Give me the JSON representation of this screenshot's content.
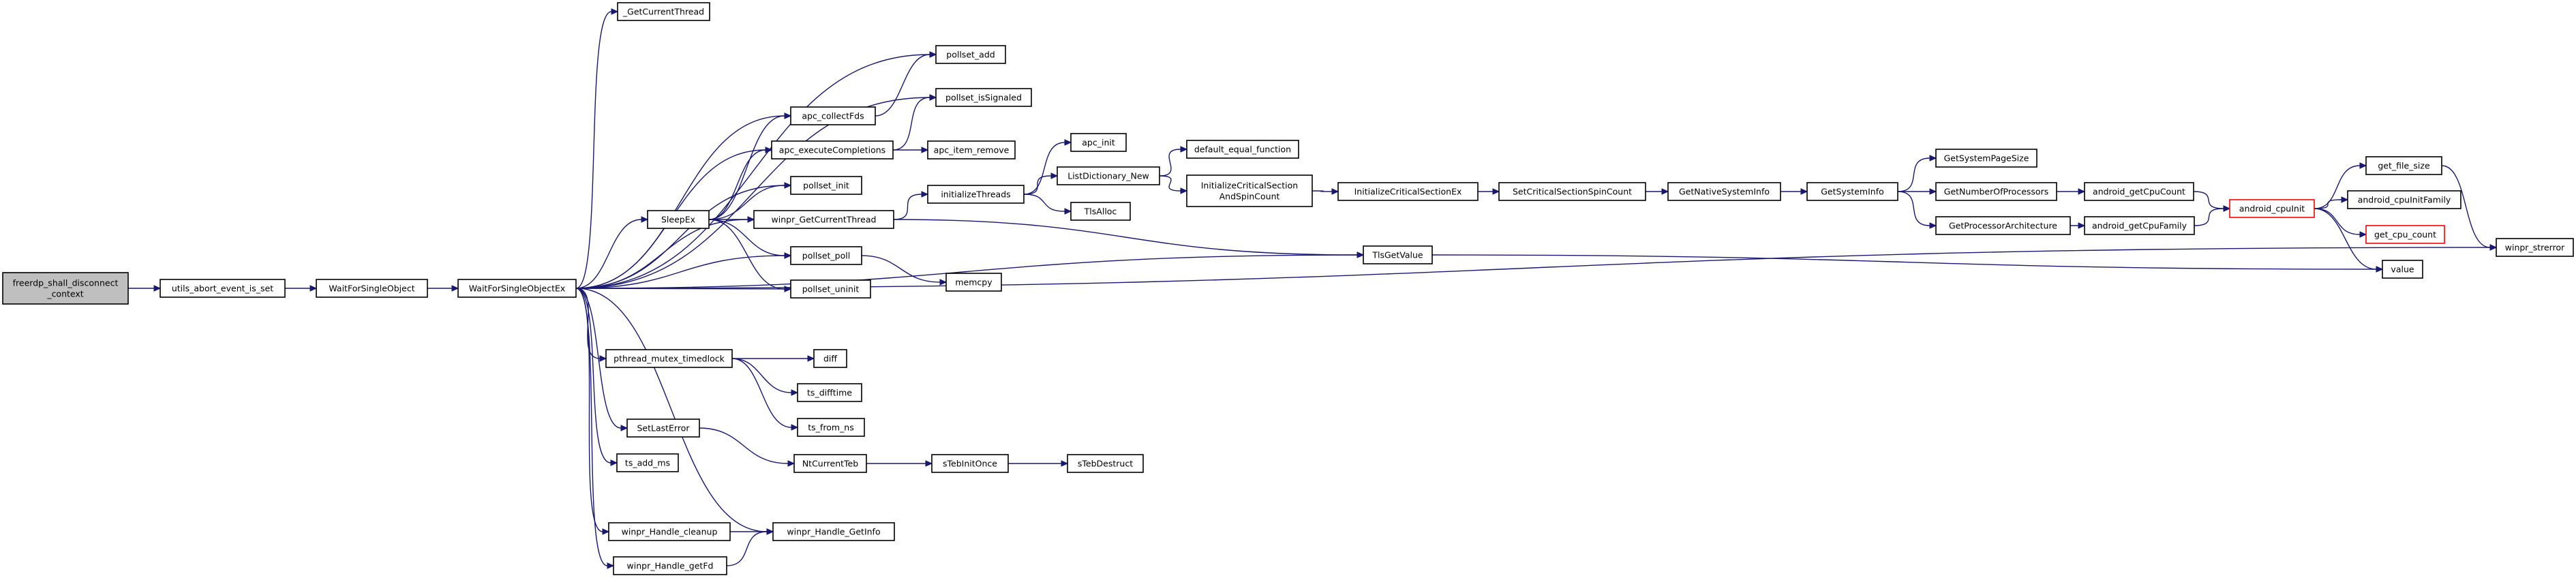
{
  "diagram": {
    "colors": {
      "edge": "#191970",
      "node_border": "#000000",
      "node_fill": "#ffffff",
      "root_fill": "#bfbfbf",
      "truncated_border": "#ff0000"
    },
    "nodes": [
      {
        "id": "root",
        "lines": [
          "freerdp_shall_disconnect",
          "_context"
        ],
        "style": "root"
      },
      {
        "id": "utils_abort",
        "lines": [
          "utils_abort_event_is_set"
        ]
      },
      {
        "id": "wfso",
        "lines": [
          "WaitForSingleObject"
        ]
      },
      {
        "id": "wfsoex",
        "lines": [
          "WaitForSingleObjectEx"
        ]
      },
      {
        "id": "getcurrentthread",
        "lines": [
          "_GetCurrentThread"
        ]
      },
      {
        "id": "pollset_add",
        "lines": [
          "pollset_add"
        ]
      },
      {
        "id": "pollset_issignaled",
        "lines": [
          "pollset_isSignaled"
        ]
      },
      {
        "id": "apc_collectfds",
        "lines": [
          "apc_collectFds"
        ]
      },
      {
        "id": "apc_exec",
        "lines": [
          "apc_executeCompletions"
        ]
      },
      {
        "id": "apc_item_remove",
        "lines": [
          "apc_item_remove"
        ]
      },
      {
        "id": "pollset_init",
        "lines": [
          "pollset_init"
        ]
      },
      {
        "id": "sleepex",
        "lines": [
          "SleepEx"
        ]
      },
      {
        "id": "winpr_getcurrentthread",
        "lines": [
          "winpr_GetCurrentThread"
        ]
      },
      {
        "id": "pollset_poll",
        "lines": [
          "pollset_poll"
        ]
      },
      {
        "id": "pollset_uninit",
        "lines": [
          "pollset_uninit"
        ]
      },
      {
        "id": "memcpy",
        "lines": [
          "memcpy"
        ]
      },
      {
        "id": "initthreads",
        "lines": [
          "initializeThreads"
        ]
      },
      {
        "id": "apc_init",
        "lines": [
          "apc_init"
        ]
      },
      {
        "id": "listdict",
        "lines": [
          "ListDictionary_New"
        ]
      },
      {
        "id": "tlsalloc",
        "lines": [
          "TlsAlloc"
        ]
      },
      {
        "id": "default_equal",
        "lines": [
          "default_equal_function"
        ]
      },
      {
        "id": "initcritsec",
        "lines": [
          "InitializeCriticalSection",
          "AndSpinCount"
        ]
      },
      {
        "id": "initcritsecex",
        "lines": [
          "InitializeCriticalSectionEx"
        ]
      },
      {
        "id": "setcritsec",
        "lines": [
          "SetCriticalSectionSpinCount"
        ]
      },
      {
        "id": "getnativesysinfo",
        "lines": [
          "GetNativeSystemInfo"
        ]
      },
      {
        "id": "getsysinfo",
        "lines": [
          "GetSystemInfo"
        ]
      },
      {
        "id": "getpagesize",
        "lines": [
          "GetSystemPageSize"
        ]
      },
      {
        "id": "getnumproc",
        "lines": [
          "GetNumberOfProcessors"
        ]
      },
      {
        "id": "getprocarch",
        "lines": [
          "GetProcessorArchitecture"
        ]
      },
      {
        "id": "android_cpucount",
        "lines": [
          "android_getCpuCount"
        ]
      },
      {
        "id": "android_cpufamily",
        "lines": [
          "android_getCpuFamily"
        ]
      },
      {
        "id": "android_cpuinit",
        "lines": [
          "android_cpuInit"
        ],
        "style": "truncated"
      },
      {
        "id": "get_file_size",
        "lines": [
          "get_file_size"
        ]
      },
      {
        "id": "android_cpuinitfamily",
        "lines": [
          "android_cpuInitFamily"
        ]
      },
      {
        "id": "get_cpu_count",
        "lines": [
          "get_cpu_count"
        ],
        "style": "truncated"
      },
      {
        "id": "value",
        "lines": [
          "value"
        ]
      },
      {
        "id": "winpr_strerror",
        "lines": [
          "winpr_strerror"
        ]
      },
      {
        "id": "tlsgetvalue",
        "lines": [
          "TlsGetValue"
        ]
      },
      {
        "id": "pthread_timedlock",
        "lines": [
          "pthread_mutex_timedlock"
        ]
      },
      {
        "id": "diff",
        "lines": [
          "diff"
        ]
      },
      {
        "id": "ts_difftime",
        "lines": [
          "ts_difftime"
        ]
      },
      {
        "id": "ts_from_ns",
        "lines": [
          "ts_from_ns"
        ]
      },
      {
        "id": "setlasterror",
        "lines": [
          "SetLastError"
        ]
      },
      {
        "id": "ntcurrentteb",
        "lines": [
          "NtCurrentTeb"
        ]
      },
      {
        "id": "stebinitonce",
        "lines": [
          "sTebInitOnce"
        ]
      },
      {
        "id": "stebdestruct",
        "lines": [
          "sTebDestruct"
        ]
      },
      {
        "id": "ts_add_ms",
        "lines": [
          "ts_add_ms"
        ]
      },
      {
        "id": "handle_cleanup",
        "lines": [
          "winpr_Handle_cleanup"
        ]
      },
      {
        "id": "handle_getinfo",
        "lines": [
          "winpr_Handle_GetInfo"
        ]
      },
      {
        "id": "handle_getfd",
        "lines": [
          "winpr_Handle_getFd"
        ]
      }
    ],
    "edges": [
      [
        "root",
        "utils_abort"
      ],
      [
        "utils_abort",
        "wfso"
      ],
      [
        "wfso",
        "wfsoex"
      ],
      [
        "wfsoex",
        "getcurrentthread"
      ],
      [
        "wfsoex",
        "pollset_add"
      ],
      [
        "wfsoex",
        "pollset_issignaled"
      ],
      [
        "wfsoex",
        "apc_collectfds"
      ],
      [
        "wfsoex",
        "apc_exec"
      ],
      [
        "wfsoex",
        "pollset_init"
      ],
      [
        "wfsoex",
        "sleepex"
      ],
      [
        "wfsoex",
        "winpr_getcurrentthread"
      ],
      [
        "wfsoex",
        "pollset_poll"
      ],
      [
        "wfsoex",
        "pollset_uninit"
      ],
      [
        "wfsoex",
        "tlsgetvalue"
      ],
      [
        "wfsoex",
        "winpr_strerror"
      ],
      [
        "wfsoex",
        "pthread_timedlock"
      ],
      [
        "wfsoex",
        "setlasterror"
      ],
      [
        "wfsoex",
        "ts_add_ms"
      ],
      [
        "wfsoex",
        "handle_cleanup"
      ],
      [
        "wfsoex",
        "handle_getinfo"
      ],
      [
        "wfsoex",
        "handle_getfd"
      ],
      [
        "sleepex",
        "apc_collectfds"
      ],
      [
        "sleepex",
        "apc_exec"
      ],
      [
        "sleepex",
        "pollset_init"
      ],
      [
        "sleepex",
        "winpr_getcurrentthread"
      ],
      [
        "sleepex",
        "pollset_poll"
      ],
      [
        "sleepex",
        "pollset_uninit"
      ],
      [
        "apc_collectfds",
        "pollset_add"
      ],
      [
        "apc_exec",
        "pollset_issignaled"
      ],
      [
        "apc_exec",
        "apc_item_remove"
      ],
      [
        "winpr_getcurrentthread",
        "initthreads"
      ],
      [
        "winpr_getcurrentthread",
        "tlsgetvalue"
      ],
      [
        "initthreads",
        "apc_init"
      ],
      [
        "initthreads",
        "listdict"
      ],
      [
        "initthreads",
        "tlsalloc"
      ],
      [
        "listdict",
        "default_equal"
      ],
      [
        "listdict",
        "initcritsec"
      ],
      [
        "initcritsec",
        "initcritsecex"
      ],
      [
        "initcritsecex",
        "setcritsec"
      ],
      [
        "setcritsec",
        "getnativesysinfo"
      ],
      [
        "getnativesysinfo",
        "getsysinfo"
      ],
      [
        "getsysinfo",
        "getpagesize"
      ],
      [
        "getsysinfo",
        "getnumproc"
      ],
      [
        "getsysinfo",
        "getprocarch"
      ],
      [
        "getnumproc",
        "android_cpucount"
      ],
      [
        "getprocarch",
        "android_cpufamily"
      ],
      [
        "android_cpucount",
        "android_cpuinit"
      ],
      [
        "android_cpufamily",
        "android_cpuinit"
      ],
      [
        "android_cpuinit",
        "get_file_size"
      ],
      [
        "android_cpuinit",
        "android_cpuinitfamily"
      ],
      [
        "android_cpuinit",
        "get_cpu_count"
      ],
      [
        "android_cpuinit",
        "value"
      ],
      [
        "get_file_size",
        "winpr_strerror"
      ],
      [
        "tlsgetvalue",
        "value"
      ],
      [
        "pollset_poll",
        "memcpy"
      ],
      [
        "pthread_timedlock",
        "diff"
      ],
      [
        "pthread_timedlock",
        "ts_difftime"
      ],
      [
        "pthread_timedlock",
        "ts_from_ns"
      ],
      [
        "setlasterror",
        "ntcurrentteb"
      ],
      [
        "ntcurrentteb",
        "stebinitonce"
      ],
      [
        "stebinitonce",
        "stebdestruct"
      ],
      [
        "handle_cleanup",
        "handle_getinfo"
      ],
      [
        "handle_getfd",
        "handle_getinfo"
      ]
    ]
  }
}
